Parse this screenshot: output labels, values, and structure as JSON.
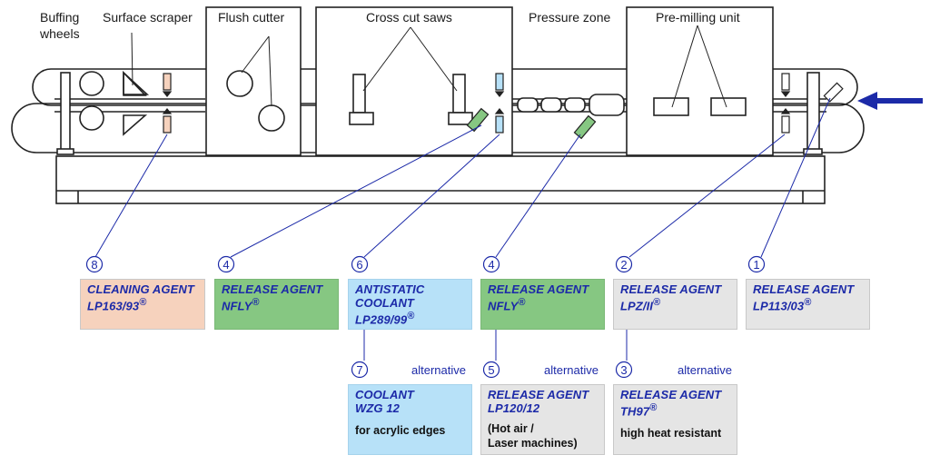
{
  "machine_labels": {
    "buffing_1": "Buffing",
    "buffing_2": "wheels",
    "scraper": "Surface scraper",
    "flush": "Flush cutter",
    "saws": "Cross cut saws",
    "pressure": "Pressure zone",
    "premill": "Pre-milling unit"
  },
  "callouts": [
    {
      "num": "8",
      "line1": "CLEANING AGENT",
      "line2": "LP163/93",
      "reg": "®",
      "color": "orange"
    },
    {
      "num": "4",
      "line1": "RELEASE AGENT",
      "line2": "NFLY",
      "reg": "®",
      "color": "green"
    },
    {
      "num": "6",
      "line1": "ANTISTATIC",
      "line2": "COOLANT",
      "line3": "LP289/99",
      "reg": "®",
      "color": "blue"
    },
    {
      "num": "4",
      "line1": "RELEASE AGENT",
      "line2": "NFLY",
      "reg": "®",
      "color": "green"
    },
    {
      "num": "2",
      "line1": "RELEASE AGENT",
      "line2": "LPZ/II",
      "reg": "®",
      "color": "gray"
    },
    {
      "num": "1",
      "line1": "RELEASE AGENT",
      "line2": "LP113/03",
      "reg": "®",
      "color": "gray"
    }
  ],
  "alternatives": [
    {
      "num": "7",
      "alt": "alternative",
      "line1": "COOLANT",
      "line2": "WZG 12",
      "note": "for acrylic edges",
      "color": "blue"
    },
    {
      "num": "5",
      "alt": "alternative",
      "line1": "RELEASE AGENT",
      "line2": "LP120/12",
      "note1": "(Hot air /",
      "note2": "Laser machines)",
      "color": "gray"
    },
    {
      "num": "3",
      "alt": "alternative",
      "line1": "RELEASE AGENT",
      "line2": "TH97",
      "reg": "®",
      "note": "high heat resistant",
      "color": "gray"
    }
  ],
  "colors": {
    "accent": "#1c2aa8",
    "orange": "#f6d2bd",
    "green": "#86c782",
    "blue": "#b7e1f8",
    "gray": "#e5e5e5"
  }
}
